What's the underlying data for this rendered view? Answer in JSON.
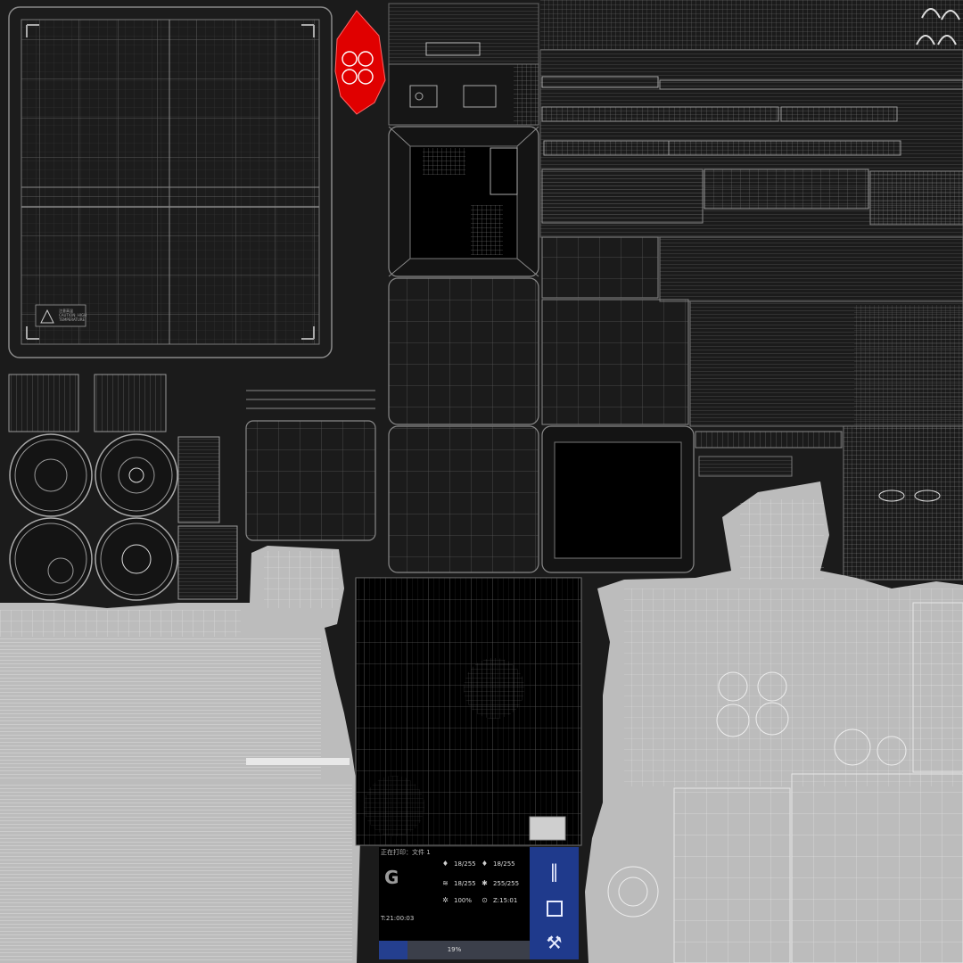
{
  "heatbed_label": {
    "line1": "注意高温",
    "line2": "CAUTION: HIGH",
    "line3": "TEMPERATURE"
  },
  "screen": {
    "title": "正在打印：文件 1",
    "temps": {
      "nozzle1": "18/255",
      "nozzle2": "18/255",
      "bed": "18/255",
      "chamber": "255/255"
    },
    "fan": "100%",
    "z": "Z:15:01",
    "time": "T:21:00:03",
    "progress_text": "19%",
    "progress": 0.19
  },
  "colors": {
    "background": "#1b1b1b",
    "accent_red": "#e00000",
    "sidebar_blue": "#1f3a8c",
    "light_region": "#bcbcbc"
  },
  "icons": {
    "nozzle": "nozzle-icon",
    "bed": "bed-icon",
    "fan": "fan-icon",
    "z_axis": "z-axis-icon",
    "pause": "pause-icon",
    "stop": "stop-icon",
    "tools": "tools-icon"
  }
}
